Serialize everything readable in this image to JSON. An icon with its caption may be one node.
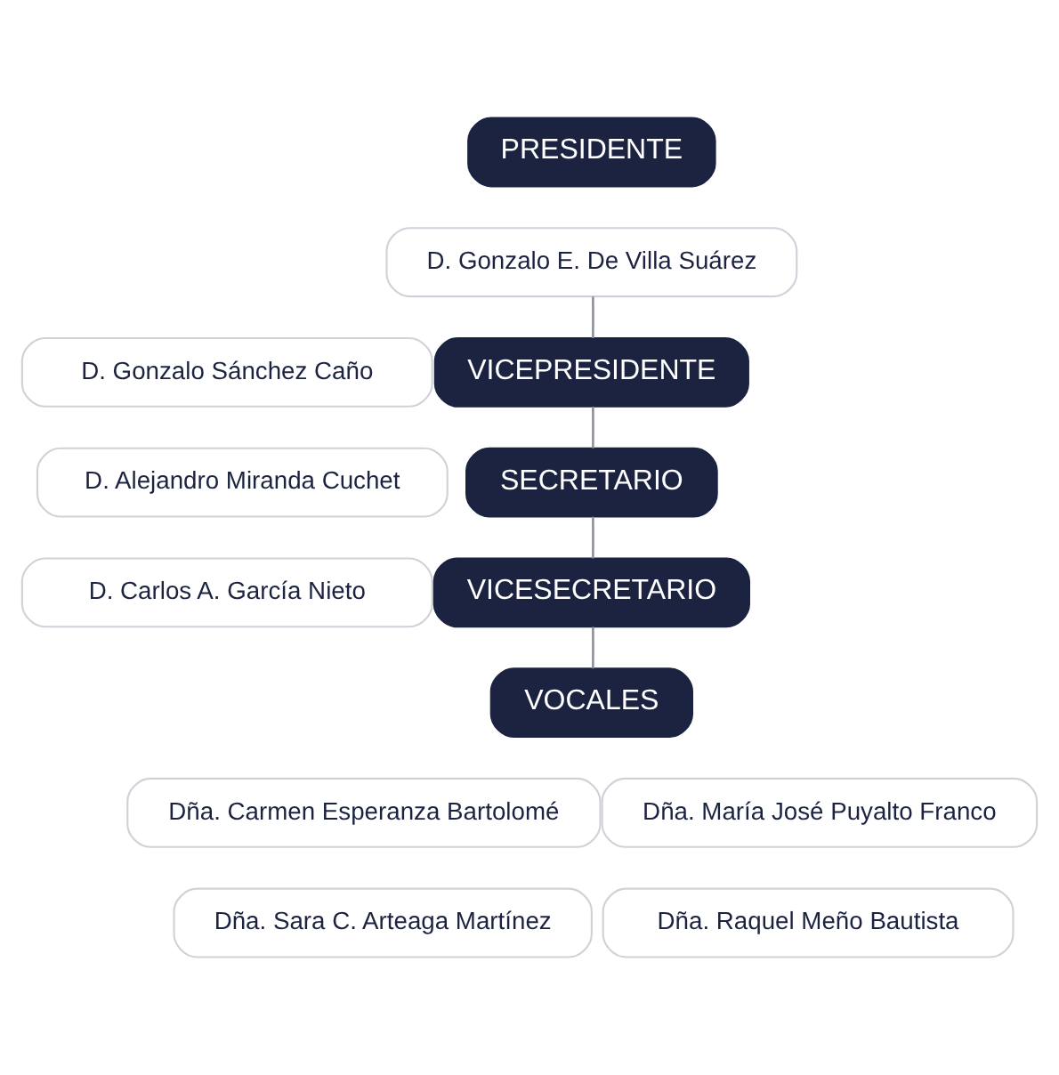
{
  "diagram": {
    "nodes": [
      {
        "text": [
          "PRESIDENTE"
        ]
      },
      {
        "text": [
          "D. Gonzalo E. De Villa Suárez"
        ]
      },
      {
        "text": [
          "VICEPRESIDENTE"
        ]
      },
      {
        "text": [
          "D. Gonzalo Sánchez Caño"
        ]
      },
      {
        "text": [
          "D. Alejandro Miranda Cuchet"
        ]
      },
      {
        "text": [
          "SECRETARIO"
        ]
      },
      {
        "text": [
          "D. Carlos A. García Nieto"
        ]
      },
      {
        "text": [
          "VICESECRETARIO"
        ]
      },
      {
        "text": [
          "VOCALES"
        ]
      },
      {
        "text": [
          "Dña. Carmen Esperanza Bartolomé"
        ]
      },
      {
        "text": [
          "Dña. María José Puyalto Franco"
        ]
      },
      {
        "text": [
          "Dña. Sara C. Arteaga Martínez"
        ]
      },
      {
        "text": [
          "Dña. Raquel Meño Bautista"
        ]
      }
    ],
    "edges": [
      {
        "from": 1,
        "to": 2,
        "arrow": "none"
      },
      {
        "from": 2,
        "to": 5,
        "arrow": "none"
      },
      {
        "from": 5,
        "to": 7,
        "arrow": "none"
      },
      {
        "from": 7,
        "to": 8,
        "arrow": "none"
      }
    ]
  }
}
